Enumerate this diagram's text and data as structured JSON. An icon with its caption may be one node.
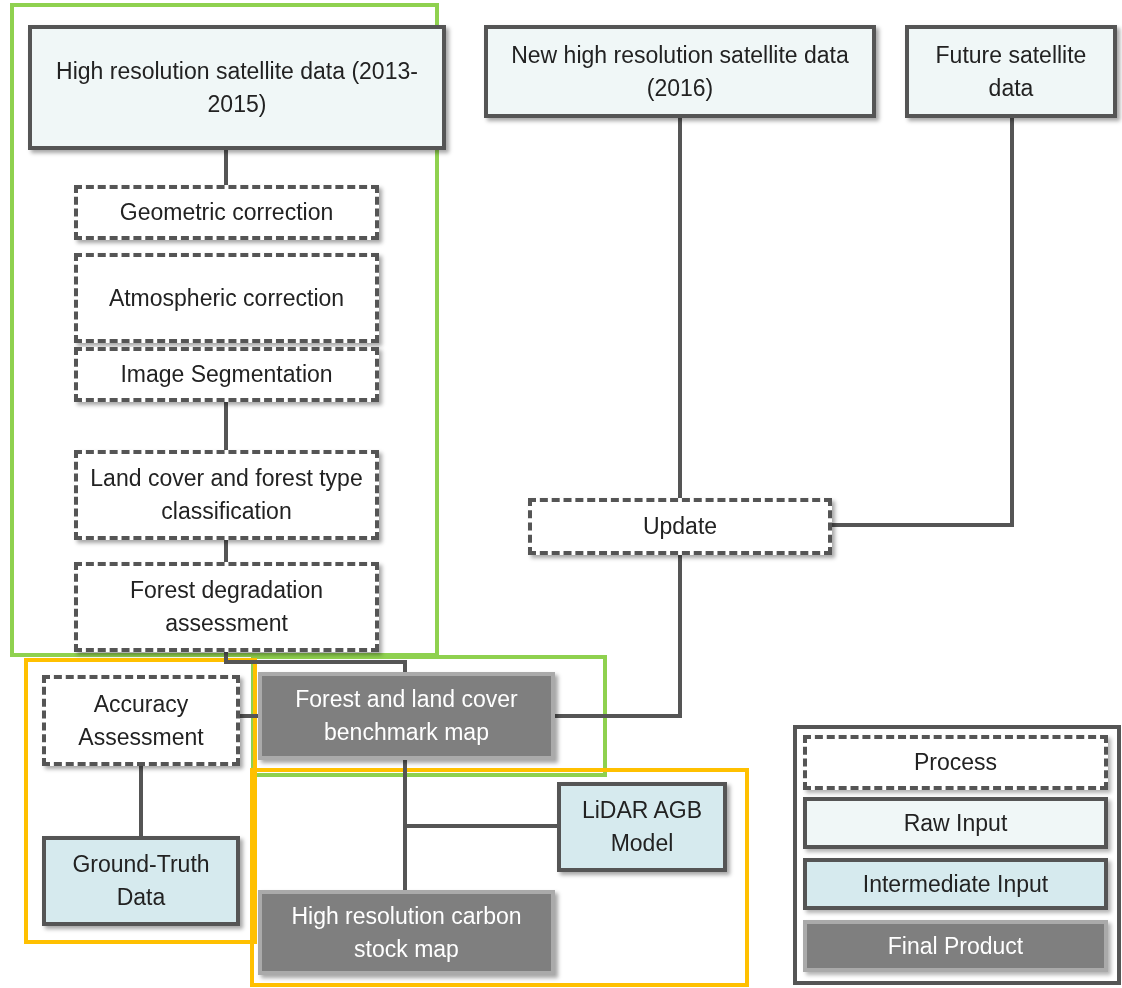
{
  "diagram": {
    "nodes": [
      {
        "text": [
          "High resolution satellite data (2013-2015)"
        ]
      },
      {
        "text": [
          "New high resolution satellite data (2016)"
        ]
      },
      {
        "text": [
          "Future satellite data"
        ]
      },
      {
        "text": [
          "Geometric correction"
        ]
      },
      {
        "text": [
          "Atmospheric correction"
        ]
      },
      {
        "text": [
          "Image Segmentation"
        ]
      },
      {
        "text": [
          "Land cover and forest type classification"
        ]
      },
      {
        "text": [
          "Forest degradation assessment"
        ]
      },
      {
        "text": [
          "Update"
        ]
      },
      {
        "text": [
          "Accuracy Assessment"
        ]
      },
      {
        "text": [
          "Forest and land cover benchmark map"
        ]
      },
      {
        "text": [
          "LiDAR AGB Model"
        ]
      },
      {
        "text": [
          "Ground-Truth Data"
        ]
      },
      {
        "text": [
          "High resolution carbon stock map"
        ]
      }
    ],
    "edges": [
      {
        "from": 0,
        "to": 3,
        "arrow": "none"
      },
      {
        "from": 5,
        "to": 6,
        "arrow": "none"
      },
      {
        "from": 6,
        "to": 7,
        "arrow": "none"
      },
      {
        "from": 7,
        "to": 10,
        "arrow": "none"
      },
      {
        "from": 1,
        "to": 8,
        "arrow": "none"
      },
      {
        "from": 2,
        "to": 8,
        "arrow": "none"
      },
      {
        "from": 8,
        "to": 10,
        "arrow": "none"
      },
      {
        "from": 9,
        "to": 10,
        "arrow": "none"
      },
      {
        "from": 9,
        "to": 12,
        "arrow": "none"
      },
      {
        "from": 10,
        "to": 13,
        "arrow": "none"
      },
      {
        "from": 11,
        "to": 13,
        "arrow": "none"
      }
    ],
    "legend": [
      {
        "text": "Process",
        "color": "#ffffff"
      },
      {
        "text": "Raw Input",
        "color": "#f0f7f7"
      },
      {
        "text": "Intermediate Input",
        "color": "#d6eaee"
      },
      {
        "text": "Final Product",
        "color": "#7f7f7f"
      }
    ]
  }
}
